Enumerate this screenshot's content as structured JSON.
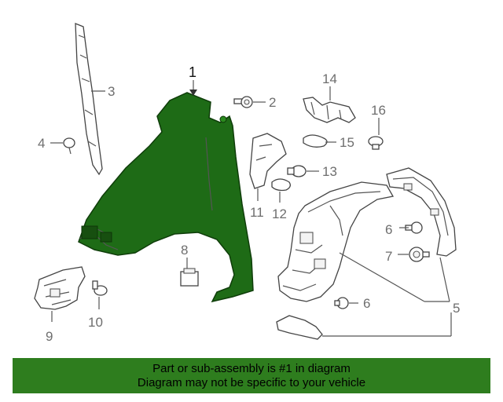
{
  "callouts": {
    "c1": "1",
    "c2": "2",
    "c3": "3",
    "c4": "4",
    "c5": "5",
    "c6a": "6",
    "c6b": "6",
    "c7": "7",
    "c8": "8",
    "c9": "9",
    "c10": "10",
    "c11": "11",
    "c12": "12",
    "c13": "13",
    "c14": "14",
    "c15": "15",
    "c16": "16"
  },
  "footer": {
    "line1": "Part or sub-assembly is #1 in diagram",
    "line2": "Diagram may not be specific to your vehicle"
  },
  "colors": {
    "highlight_part": "#1e6b16",
    "footer_bg": "#2e7d1e"
  }
}
